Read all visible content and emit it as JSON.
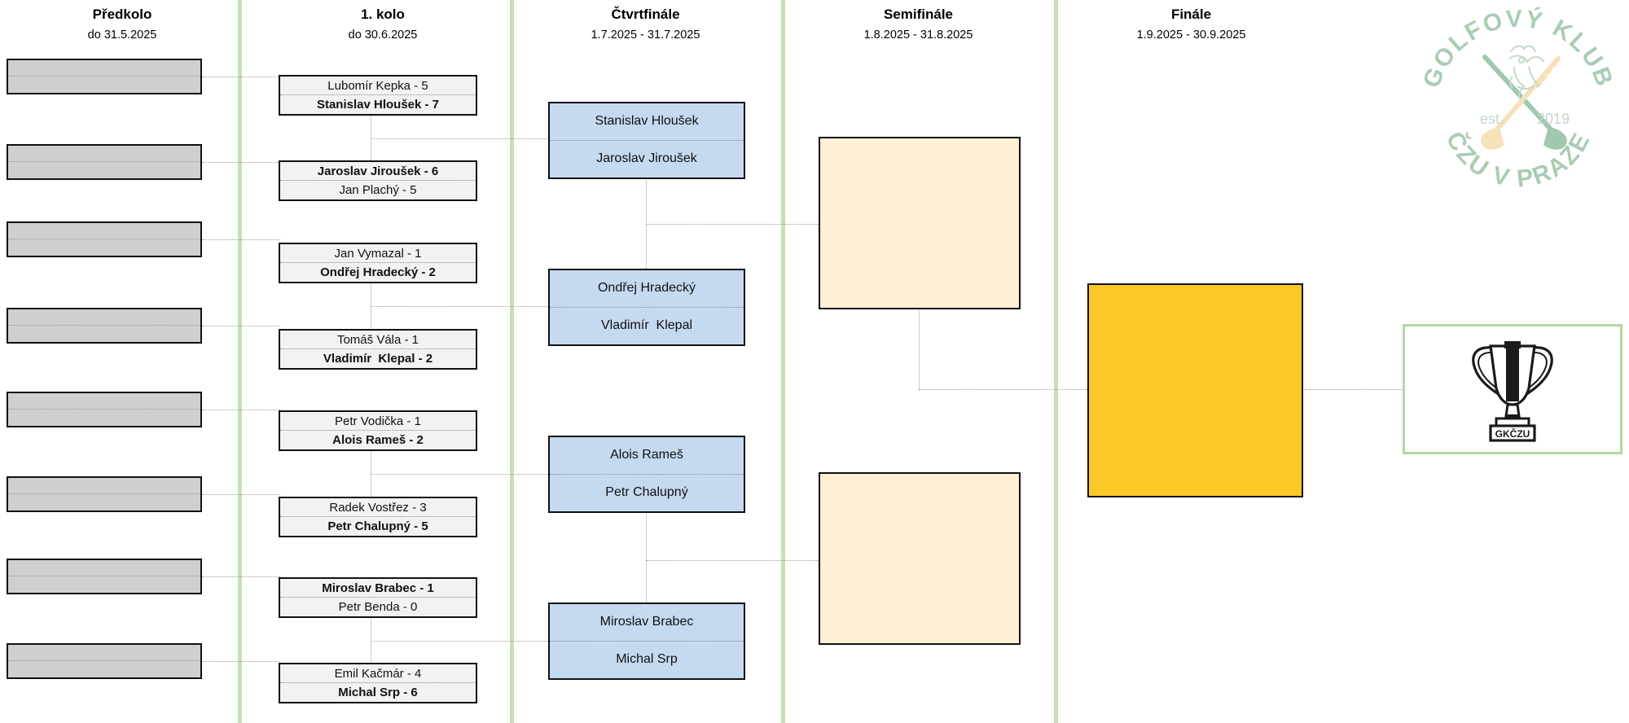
{
  "tournament": {
    "club_name": "GOLFOVÝ KLUB ČZU V PRAZE",
    "logo": {
      "text_top": "GOLFOVÝ KLUB",
      "text_bottom": "ČZU V PRAZE",
      "est_label": "est.",
      "est_year": "2019"
    },
    "trophy_label": "GKČZU"
  },
  "colors": {
    "separator_green": "#c6e0b4",
    "prelim_grey": "#cfcfcf",
    "round1_grey": "#f2f2f2",
    "quarterfinal_blue": "#c5d9f1",
    "semifinal_cream": "#fdf0d5",
    "final_gold": "#fcc828",
    "frame_green": "#b5d6a0",
    "connector_grey": "#9b9b9b",
    "border_black": "#111111"
  },
  "rounds": [
    {
      "id": "predkolo",
      "title": "Předkolo",
      "date": "do 31.5.2025"
    },
    {
      "id": "prvni-kolo",
      "title": "1. kolo",
      "date": "do 30.6.2025"
    },
    {
      "id": "ctvrtfinale",
      "title": "Čtvrtfinále",
      "date": "1.7.2025 - 31.7.2025"
    },
    {
      "id": "semifinale",
      "title": "Semifinále",
      "date": "1.8.2025 - 31.8.2025"
    },
    {
      "id": "finale",
      "title": "Finále",
      "date": "1.9.2025 - 30.9.2025"
    }
  ],
  "prelim_matches": [
    {
      "top": "",
      "bottom": ""
    },
    {
      "top": "",
      "bottom": ""
    },
    {
      "top": "",
      "bottom": ""
    },
    {
      "top": "",
      "bottom": ""
    },
    {
      "top": "",
      "bottom": ""
    },
    {
      "top": "",
      "bottom": ""
    },
    {
      "top": "",
      "bottom": ""
    },
    {
      "top": "",
      "bottom": ""
    }
  ],
  "round1_matches": [
    {
      "top": "Lubomír Kepka - 5",
      "bottom": "Stanislav Hloušek - 7",
      "winner": "bottom"
    },
    {
      "top": "Jaroslav Jiroušek - 6",
      "bottom": "Jan Plachý - 5",
      "winner": "top"
    },
    {
      "top": "Jan Vymazal - 1",
      "bottom": "Ondřej Hradecký - 2",
      "winner": "bottom"
    },
    {
      "top": "Tomáš Vála - 1",
      "bottom": "Vladimír  Klepal - 2",
      "winner": "bottom"
    },
    {
      "top": "Petr Vodička - 1",
      "bottom": "Alois Rameš - 2",
      "winner": "bottom"
    },
    {
      "top": "Radek Vostřez - 3",
      "bottom": "Petr Chalupný - 5",
      "winner": "bottom"
    },
    {
      "top": "Miroslav Brabec - 1",
      "bottom": "Petr Benda - 0",
      "winner": "top"
    },
    {
      "top": "Emil Kačmár - 4",
      "bottom": "Michal Srp - 6",
      "winner": "bottom"
    }
  ],
  "quarterfinal_matches": [
    {
      "top": "Stanislav Hloušek",
      "bottom": "Jaroslav Jiroušek",
      "winner": ""
    },
    {
      "top": "Ondřej Hradecký",
      "bottom": "Vladimír  Klepal",
      "winner": ""
    },
    {
      "top": "Alois Rameš",
      "bottom": "Petr Chalupný",
      "winner": ""
    },
    {
      "top": "Miroslav Brabec",
      "bottom": "Michal Srp",
      "winner": ""
    }
  ],
  "semifinal_matches": [
    {
      "top": "",
      "bottom": ""
    },
    {
      "top": "",
      "bottom": ""
    }
  ],
  "final_match": {
    "top": "",
    "bottom": ""
  },
  "champion": {
    "name": ""
  }
}
